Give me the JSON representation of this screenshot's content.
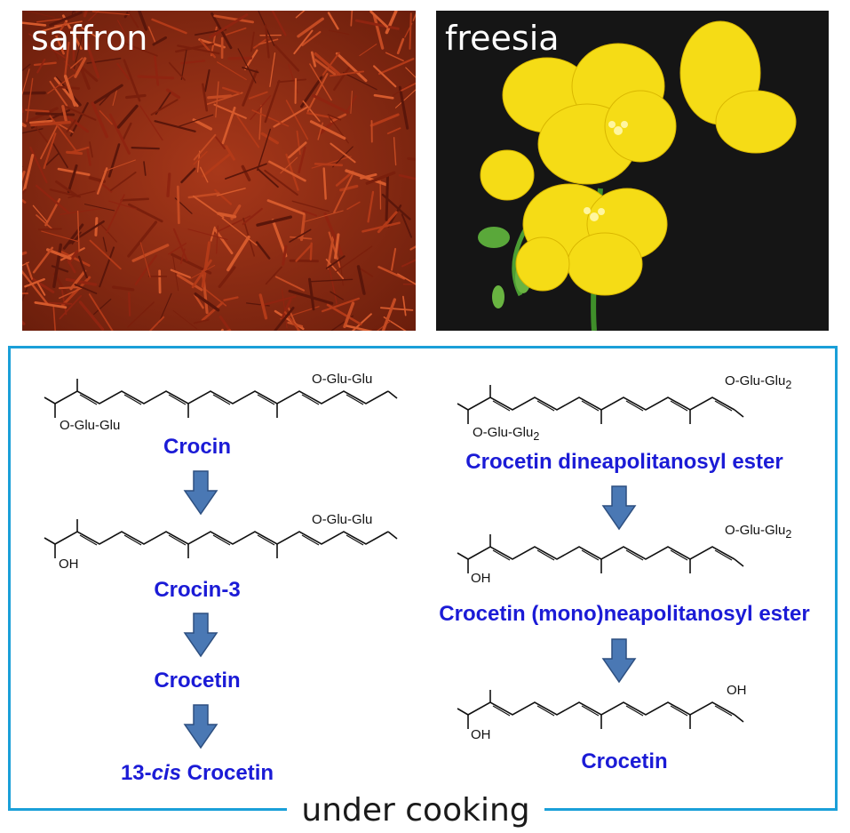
{
  "photos": {
    "saffron": {
      "label": "saffron"
    },
    "freesia": {
      "label": "freesia"
    }
  },
  "footer": {
    "label": "under cooking"
  },
  "left_pathway": {
    "compound_1": {
      "name": "Crocin",
      "top_substituent": "O-Glu-Glu",
      "bottom_substituent": "O-Glu-Glu"
    },
    "compound_2": {
      "name": "Crocin-3",
      "top_substituent": "O-Glu-Glu",
      "oh": "OH"
    },
    "compound_3": {
      "name": "Crocetin"
    },
    "compound_4": {
      "name_prefix": "13-",
      "name_italic": "cis",
      "name_suffix": " Crocetin"
    }
  },
  "right_pathway": {
    "compound_1": {
      "name": "Crocetin dineapolitanosyl ester",
      "top_substituent": "O-Glu-Glu",
      "bottom_substituent": "O-Glu-Glu",
      "subscript": "2"
    },
    "compound_2": {
      "name": "Crocetin (mono)neapolitanosyl ester",
      "top_substituent": "O-Glu-Glu",
      "subscript": "2",
      "oh": "OH"
    },
    "compound_3": {
      "name": "Crocetin",
      "oh_top": "OH",
      "oh_bottom": "OH"
    }
  },
  "colors": {
    "frame": "#1a9fd8",
    "compound_name": "#1b1bd6",
    "arrow_fill": "#4a78b4",
    "arrow_stroke": "#2d4f80"
  }
}
